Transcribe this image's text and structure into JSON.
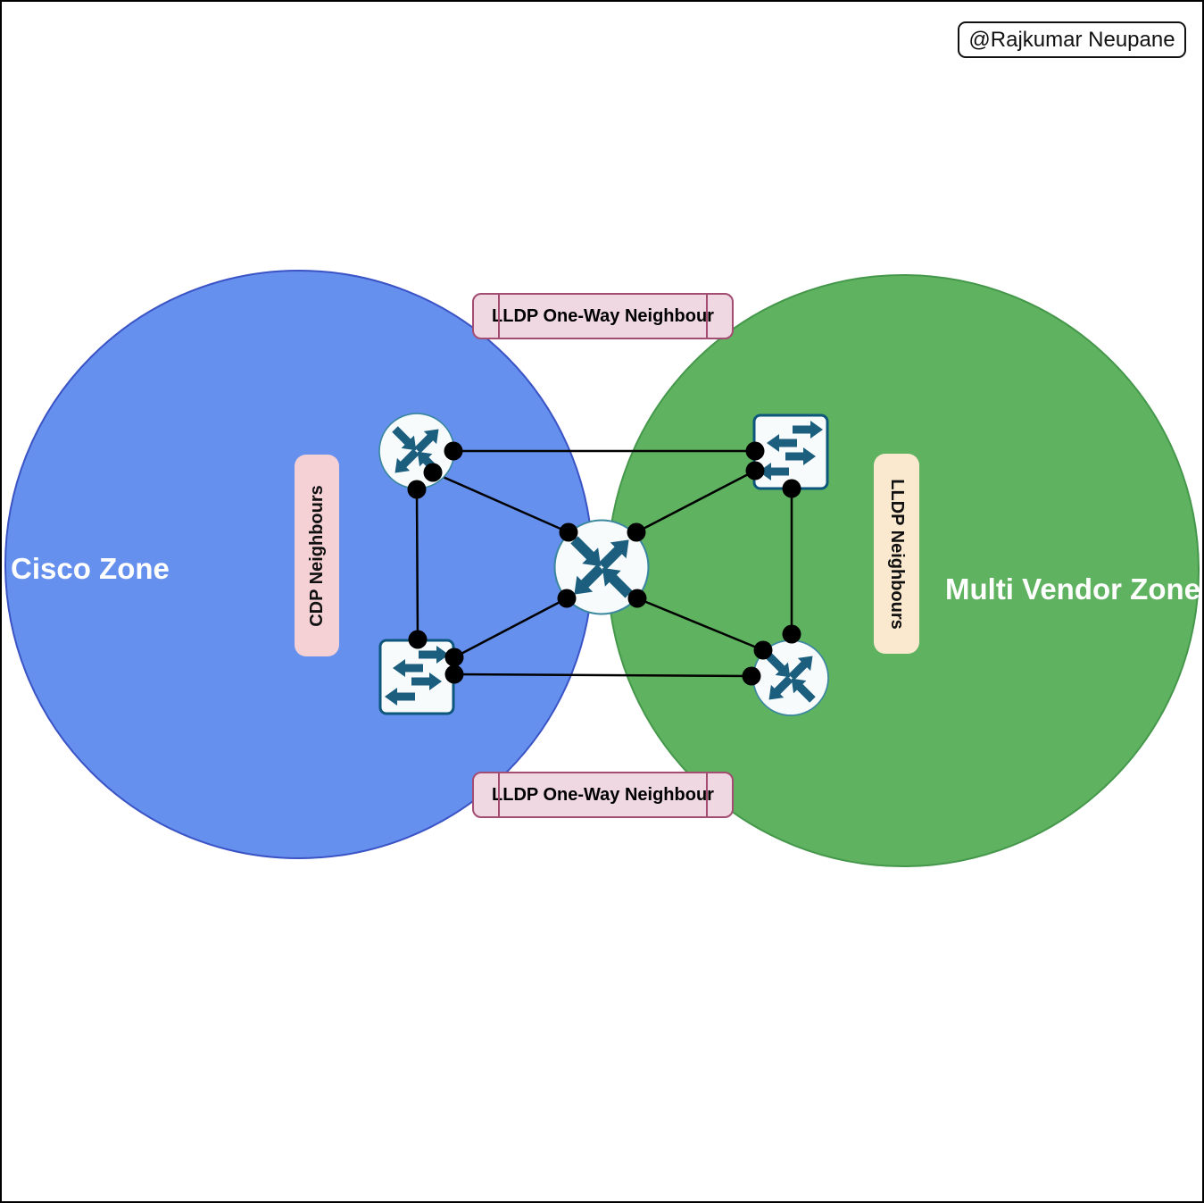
{
  "badge": {
    "text": "@Rajkumar Neupane"
  },
  "zones": {
    "cisco": {
      "label": "Cisco Zone",
      "fill": "#6690ee",
      "stroke": "#3a53c5"
    },
    "multi_vendor": {
      "label": "Multi Vendor Zone",
      "fill": "#5fb260",
      "stroke": "#45984b"
    }
  },
  "labels": {
    "top_banner": "LLDP One-Way Neighbour",
    "bottom_banner": "LLDP One-Way Neighbour",
    "cdp": "CDP Neighbours",
    "lldp": "LLDP Neighbours"
  },
  "colors": {
    "banner_fill": "#efd8e2",
    "banner_border": "#a34d72",
    "cdp_label_fill": "#f5d1d5",
    "lldp_label_fill": "#fae9cf",
    "device_arrow": "#1b5e7e",
    "device_fill": "#f8fbfc",
    "switch_border": "#0d567c",
    "router_border": "#3b87a0",
    "link_line": "#000000"
  },
  "topology": {
    "nodes": [
      {
        "id": "router-top-left",
        "icon": "router-icon"
      },
      {
        "id": "switch-top-right",
        "icon": "switch-icon"
      },
      {
        "id": "router-center",
        "icon": "router-icon"
      },
      {
        "id": "switch-bottom-left",
        "icon": "switch-icon"
      },
      {
        "id": "router-bottom-right",
        "icon": "router-icon"
      }
    ],
    "links": [
      [
        "router-top-left",
        "switch-top-right"
      ],
      [
        "router-top-left",
        "router-center"
      ],
      [
        "router-top-left",
        "switch-bottom-left"
      ],
      [
        "switch-top-right",
        "router-center"
      ],
      [
        "switch-top-right",
        "router-bottom-right"
      ],
      [
        "router-center",
        "switch-bottom-left"
      ],
      [
        "router-center",
        "router-bottom-right"
      ],
      [
        "switch-bottom-left",
        "router-bottom-right"
      ]
    ]
  }
}
